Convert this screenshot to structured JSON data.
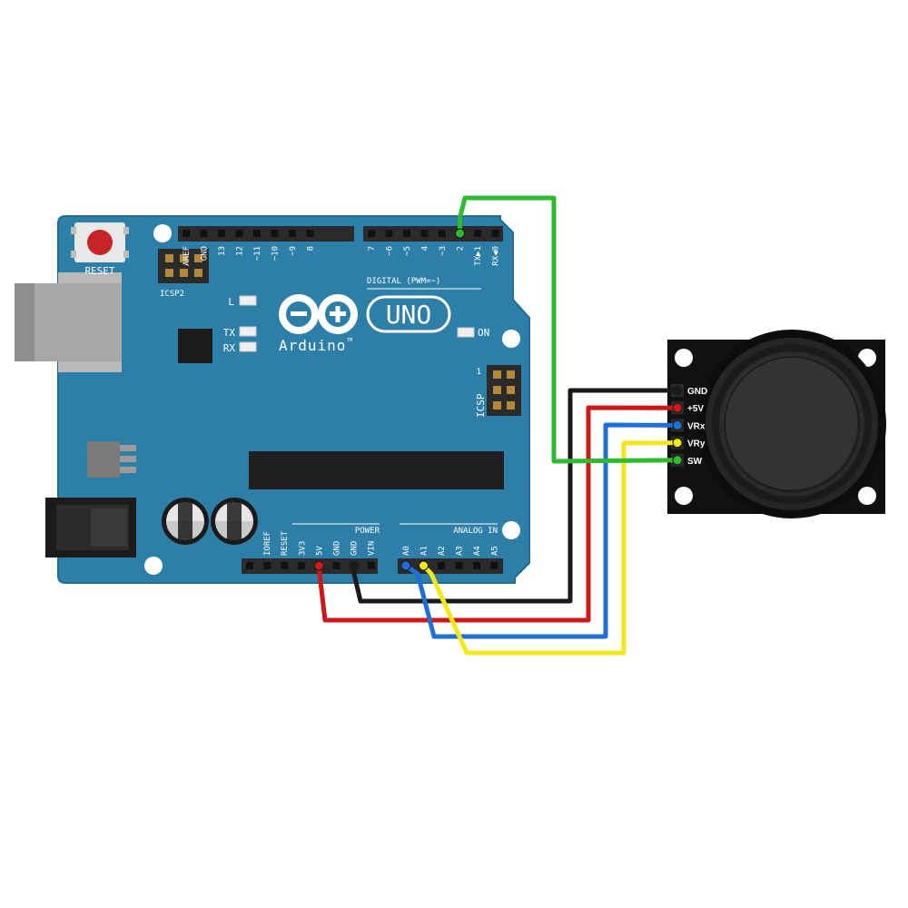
{
  "board": {
    "name": "Arduino",
    "tm": "TM",
    "model": "UNO",
    "reset_label": "RESET",
    "icsp2_label": "ICSP2",
    "icsp_label": "ICSP",
    "icsp_pin1": "1",
    "led_l": "L",
    "led_tx": "TX",
    "led_rx": "RX",
    "led_on": "ON",
    "digital_label": "DIGITAL (PWM=~)",
    "power_label": "POWER",
    "analog_label": "ANALOG IN",
    "digital_pins": [
      "AREF",
      "GND",
      "13",
      "12",
      "~11",
      "~10",
      "~9",
      "8",
      "7",
      "~6",
      "~5",
      "4",
      "~3",
      "2",
      "TX▶1",
      "RX◀0"
    ],
    "power_pins": [
      "IOREF",
      "RESET",
      "3V3",
      "5V",
      "GND",
      "GND",
      "VIN"
    ],
    "analog_pins": [
      "A0",
      "A1",
      "A2",
      "A3",
      "A4",
      "A5"
    ],
    "colors": {
      "pcb": "#2d7fa8",
      "pcb_edge": "#236c90",
      "header": "#2b2b2b",
      "silk": "#ffffff"
    }
  },
  "joystick": {
    "pins": [
      "GND",
      "+5V",
      "VRx",
      "VRy",
      "SW"
    ],
    "colors": {
      "board": "#111111",
      "knob": "#333333"
    }
  },
  "wires": [
    {
      "from": "5V",
      "to": "+5V",
      "color": "#cc1818"
    },
    {
      "from": "GND",
      "to": "GND",
      "color": "#1a1a1a"
    },
    {
      "from": "A0",
      "to": "VRx",
      "color": "#1f6fd6"
    },
    {
      "from": "A1",
      "to": "VRy",
      "color": "#f2e81c"
    },
    {
      "from": "2",
      "to": "SW",
      "color": "#2ebc2e"
    }
  ]
}
